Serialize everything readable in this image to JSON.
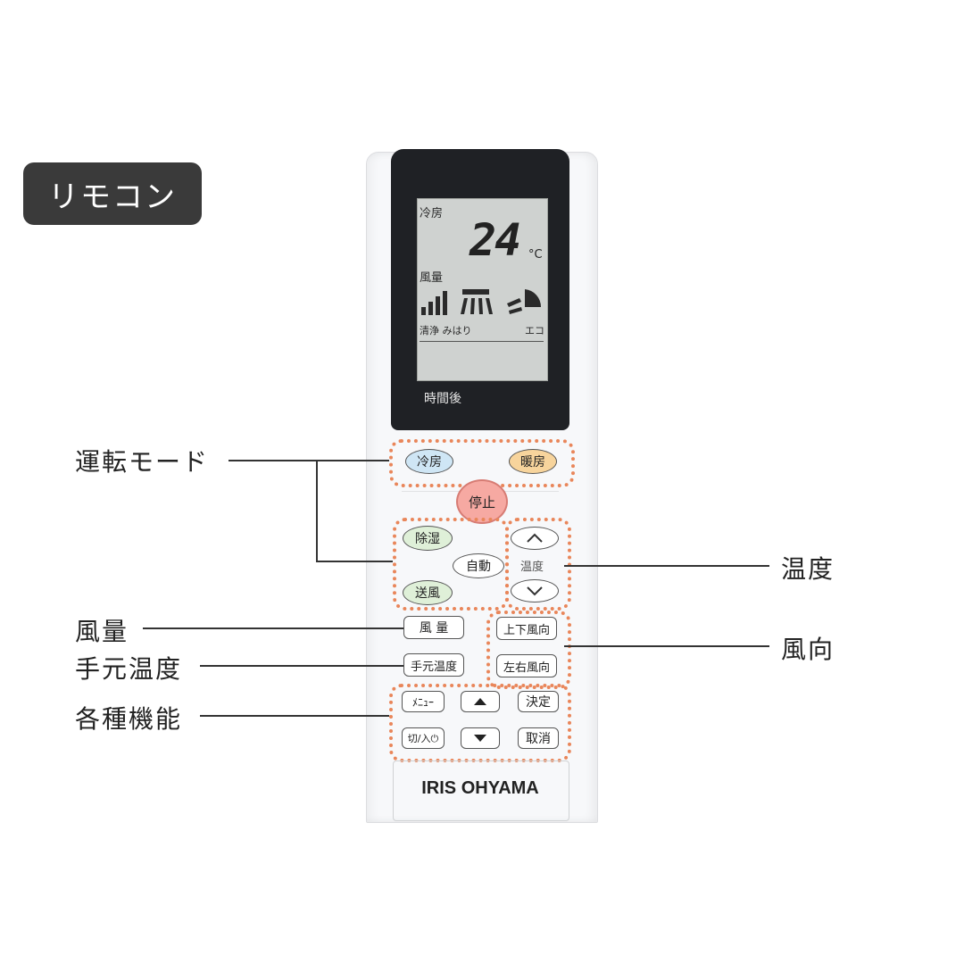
{
  "badge": "リモコン",
  "lcd": {
    "mode": "冷房",
    "temperature": "24",
    "unit": "°C",
    "fan_label": "風量",
    "line_left": "清浄 みはり",
    "line_right": "エコ",
    "timer": "時間後"
  },
  "buttons": {
    "cool": "冷房",
    "heat": "暖房",
    "stop": "停止",
    "dehumid": "除湿",
    "auto": "自動",
    "fan_only": "送風",
    "temp_label": "温度",
    "fan_volume": "風 量",
    "updown_louver": "上下風向",
    "leftright_louver": "左右風向",
    "hand_temp": "手元温度",
    "menu": "ﾒﾆｭｰ",
    "decide": "決定",
    "onoff_timer": "切/入⏻",
    "cancel": "取消"
  },
  "callouts": {
    "operation_mode": "運転モード",
    "temperature": "温度",
    "fan_volume": "風量",
    "airflow_direction": "風向",
    "hand_temperature": "手元温度",
    "functions": "各種機能"
  },
  "brand": "IRIS OHYAMA",
  "colors": {
    "accent_dots": "#e9865a",
    "stop_button": "#f6a9a2",
    "cool_button": "#cfe6f5",
    "heat_button": "#f7d49c",
    "green_buttons": "#dff0d8"
  },
  "icons": [
    "fan-bars-icon",
    "louver-down-icon",
    "louver-angle-icon",
    "chevron-up-icon",
    "chevron-down-icon",
    "triangle-up-icon",
    "triangle-down-icon"
  ]
}
